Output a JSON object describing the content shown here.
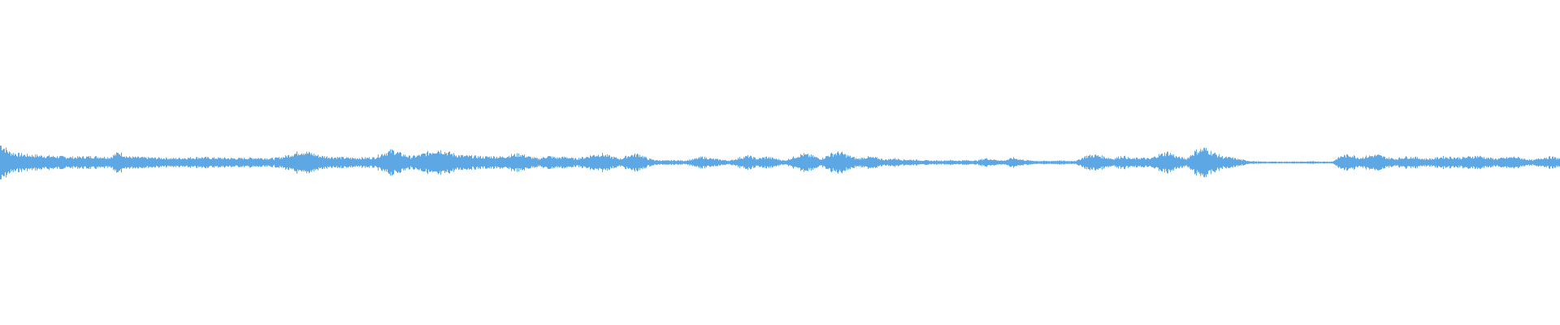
{
  "waveform": {
    "color": "#5DA8E4",
    "background": "#FFFFFF",
    "amplitude_envelope": [
      1.0,
      0.55,
      0.45,
      0.4,
      0.38,
      0.35,
      0.33,
      0.3,
      0.28,
      0.3,
      0.32,
      0.3,
      0.28,
      0.55,
      0.3,
      0.28,
      0.26,
      0.25,
      0.24,
      0.22,
      0.24,
      0.26,
      0.28,
      0.25,
      0.24,
      0.23,
      0.22,
      0.24,
      0.25,
      0.23,
      0.22,
      0.3,
      0.45,
      0.6,
      0.5,
      0.35,
      0.3,
      0.28,
      0.25,
      0.24,
      0.25,
      0.26,
      0.5,
      0.65,
      0.45,
      0.3,
      0.4,
      0.55,
      0.7,
      0.55,
      0.4,
      0.35,
      0.33,
      0.3,
      0.32,
      0.3,
      0.4,
      0.45,
      0.3,
      0.2,
      0.35,
      0.25,
      0.3,
      0.2,
      0.28,
      0.4,
      0.45,
      0.3,
      0.2,
      0.4,
      0.45,
      0.2,
      0.12,
      0.1,
      0.12,
      0.1,
      0.18,
      0.3,
      0.2,
      0.15,
      0.1,
      0.25,
      0.35,
      0.2,
      0.3,
      0.2,
      0.1,
      0.3,
      0.45,
      0.35,
      0.2,
      0.45,
      0.55,
      0.35,
      0.2,
      0.3,
      0.25,
      0.15,
      0.22,
      0.15,
      0.15,
      0.12,
      0.1,
      0.1,
      0.12,
      0.1,
      0.12,
      0.1,
      0.22,
      0.15,
      0.1,
      0.25,
      0.15,
      0.1,
      0.08,
      0.08,
      0.1,
      0.08,
      0.1,
      0.35,
      0.4,
      0.3,
      0.2,
      0.35,
      0.2,
      0.25,
      0.2,
      0.4,
      0.55,
      0.3,
      0.2,
      0.6,
      0.75,
      0.5,
      0.3,
      0.25,
      0.15,
      0.08,
      0.05,
      0.05,
      0.05,
      0.05,
      0.05,
      0.05,
      0.06,
      0.05,
      0.05,
      0.35,
      0.4,
      0.25,
      0.35,
      0.4,
      0.25,
      0.2,
      0.3,
      0.28,
      0.2,
      0.2,
      0.3,
      0.28,
      0.25,
      0.3,
      0.35,
      0.25,
      0.2,
      0.25,
      0.3,
      0.2,
      0.12,
      0.25,
      0.3,
      0.2
    ]
  }
}
